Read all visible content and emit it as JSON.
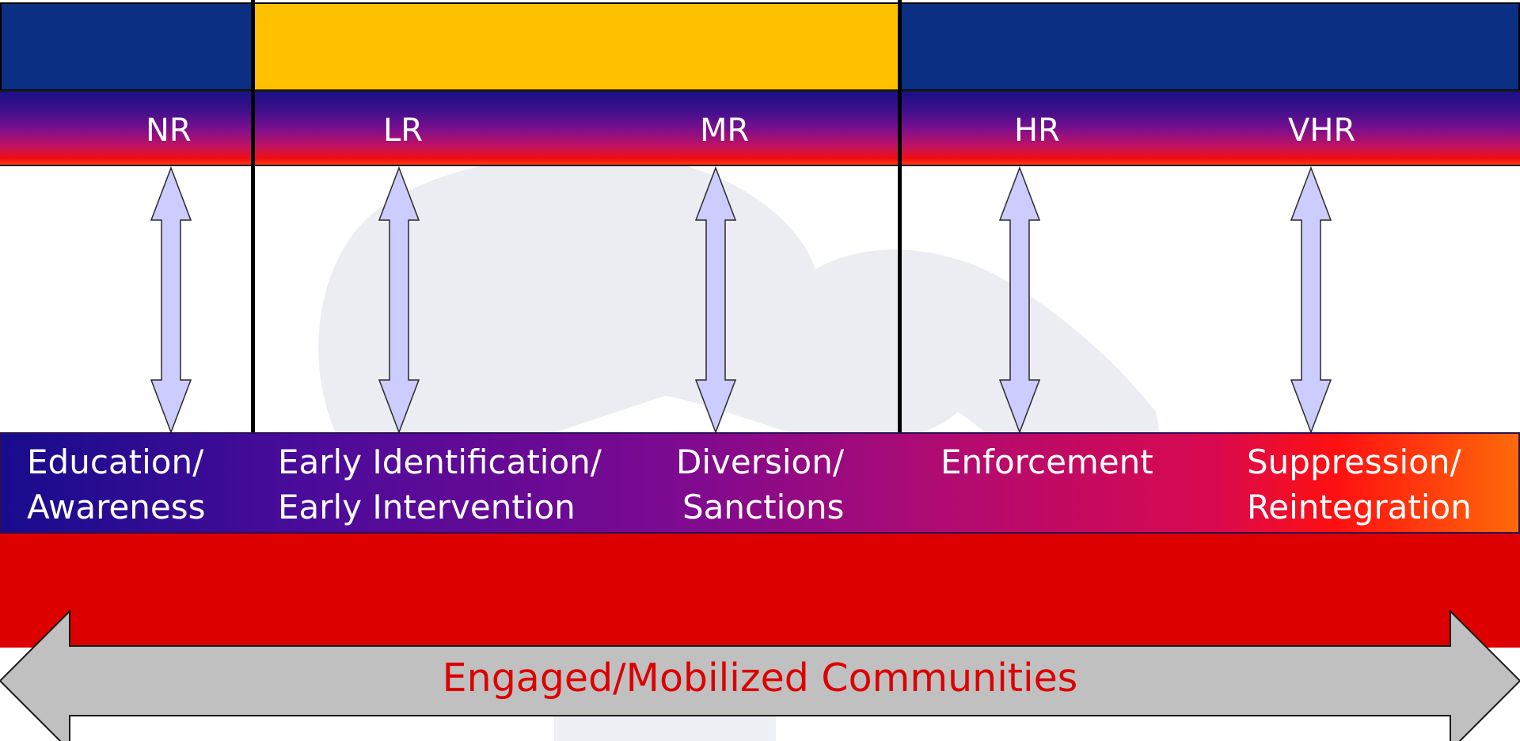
{
  "risk_levels": [
    "NR",
    "LR",
    "MR",
    "HR",
    "VHR"
  ],
  "strategies": {
    "education": [
      "Education/",
      "Awareness"
    ],
    "early": [
      "Early Identification/",
      "Early Intervention"
    ],
    "diversion": [
      "Diversion/",
      "Sanctions"
    ],
    "enforcement": "Enforcement",
    "suppression": [
      "Suppression/",
      "Reintegration"
    ]
  },
  "community": "Engaged/Mobilized Communities",
  "colors": {
    "top_left": "#0b3083",
    "top_middle": "#ffc000",
    "top_right": "#0b3083",
    "bottom_bar": "#dd0000",
    "double_arrow_fill": "#c0c0c0",
    "small_arrow_fill": "#ccccff",
    "community_text": "#dd0000"
  }
}
